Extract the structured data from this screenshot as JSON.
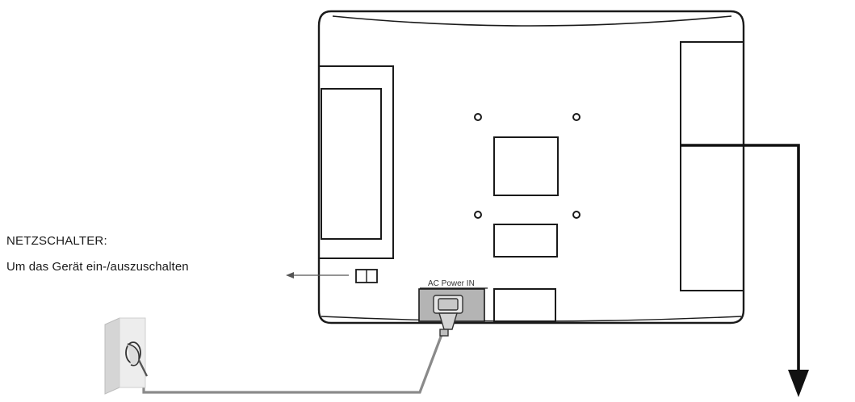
{
  "labels": {
    "switch_title": "NETZSCHALTER:",
    "switch_description": "Um das Gerät ein-/auszuschalten",
    "ac_power_in": "AC Power IN"
  },
  "colors": {
    "line": "#1a1a1a",
    "cable": "#8a8a8a",
    "port_fill": "#b4b4b4",
    "wall_socket": "#e0e0e0"
  },
  "icons": [
    "power-plug-icon",
    "wall-socket-icon",
    "arrow-left-icon",
    "arrow-down-icon"
  ]
}
